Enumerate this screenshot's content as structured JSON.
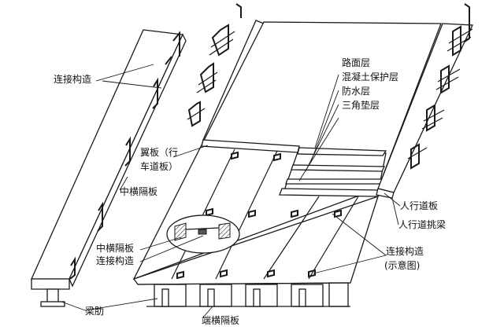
{
  "labels": {
    "connection_top": "连接构造",
    "road_surface": "路面层",
    "concrete_protect": "混凝土保护层",
    "waterproof": "防水层",
    "triangle_pad": "三角垫层",
    "wing_plate_1": "翼板（行",
    "wing_plate_2": "车道板）",
    "mid_diaphragm": "中横隔板",
    "sidewalk_plate": "人行道板",
    "sidewalk_beam": "人行道挑梁",
    "mid_diaphragm_conn_1": "中横隔板",
    "mid_diaphragm_conn_2": "连接构造",
    "connection_schematic_1": "连接构造",
    "connection_schematic_2": "(示意图)",
    "beam_rib": "梁肋",
    "end_diaphragm": "端横隔板"
  },
  "colors": {
    "line": "#1a1a1a",
    "background": "#ffffff",
    "hatch": "#555555"
  }
}
